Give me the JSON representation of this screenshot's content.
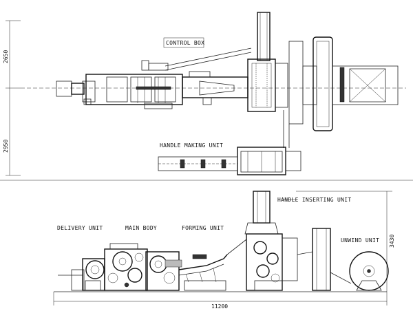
{
  "plan_view": {
    "control_box_label": "CONTROL BOX",
    "handle_making_label": "HANDLE MAKING UNIT",
    "dim_top": "2650",
    "dim_bottom": "2950"
  },
  "elevation_view": {
    "delivery_label": "DELIVERY UNIT",
    "main_body_label": "MAIN BODY",
    "forming_label": "FORMING UNIT",
    "handle_inserting_label": "HANDLE INSERTING UNIT",
    "unwind_label": "UNWIND UNIT",
    "dim_height": "3430",
    "dim_length": "11200"
  }
}
